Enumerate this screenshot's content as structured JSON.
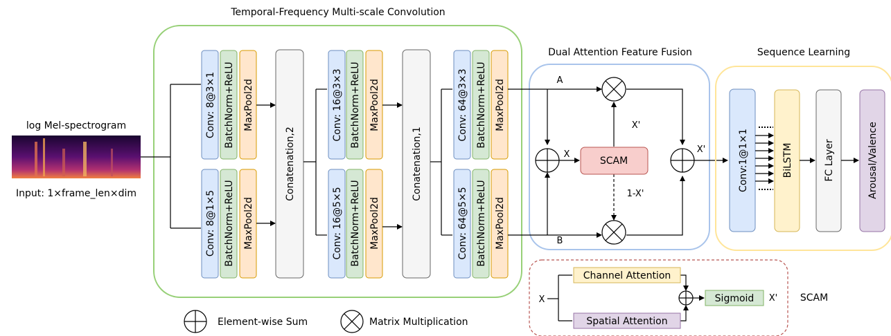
{
  "titles": {
    "tfmc": "Temporal-Frequency Multi-scale Convolution",
    "daff": "Dual Attention Feature Fusion",
    "seq": "Sequence Learning"
  },
  "input": {
    "spectrogram_label": "log Mel-spectrogram",
    "shape_label": "Input: 1×frame_len×dim"
  },
  "branch1_top": {
    "conv": "Conv: 8@3×1",
    "bn": "BatchNorm+ReLU",
    "pool": "MaxPool2d"
  },
  "branch1_bot": {
    "conv": "Conv: 8@1×5",
    "bn": "BatchNorm+ReLU",
    "pool": "MaxPool2d"
  },
  "concat1": "Conatenation,2",
  "branch2_top": {
    "conv": "Conv: 16@3×3",
    "bn": "BatchNorm+ReLU",
    "pool": "MaxPool2d"
  },
  "branch2_bot": {
    "conv": "Conv: 16@5×5",
    "bn": "BatchNorm+ReLU",
    "pool": "MaxPool2d"
  },
  "concat2": "Conatenation,1",
  "branch3_top": {
    "conv": "Conv: 64@3×3",
    "bn": "BatchNorm+ReLU",
    "pool": "MaxPool2d"
  },
  "branch3_bot": {
    "conv": "Conv: 64@5×5",
    "bn": "BatchNorm+ReLU",
    "pool": "MaxPool2d"
  },
  "fusion": {
    "a": "A",
    "b": "B",
    "x": "X",
    "x_prime_top": "X'",
    "x_prime_out": "X'",
    "one_minus_x": "1-X'",
    "scam": "SCAM"
  },
  "seq": {
    "conv": "Conv:1@1×1",
    "bilstm": "BiLSTM",
    "fc": "FC Layer",
    "out": "Arousal/Valence"
  },
  "scam_detail": {
    "x": "X",
    "channel": "Channel Attention",
    "spatial": "Spatial Attention",
    "sigmoid": "Sigmoid",
    "x_prime": "X'",
    "label": "SCAM"
  },
  "legend": {
    "sum": "Element-wise Sum",
    "mul": "Matrix Multiplication"
  },
  "colors": {
    "green": "#82b366",
    "blue": "#6c8ebf",
    "yellow": "#ffe599",
    "red": "#b85450",
    "conv_fill": "#dae8fc",
    "bn_fill": "#d5e8d4",
    "pool_fill": "#ffe6cc",
    "concat_fill": "#f5f5f5",
    "scam_fill": "#f8cecc",
    "bilstm_fill": "#fff2cc",
    "out_fill": "#e1d5e7"
  }
}
